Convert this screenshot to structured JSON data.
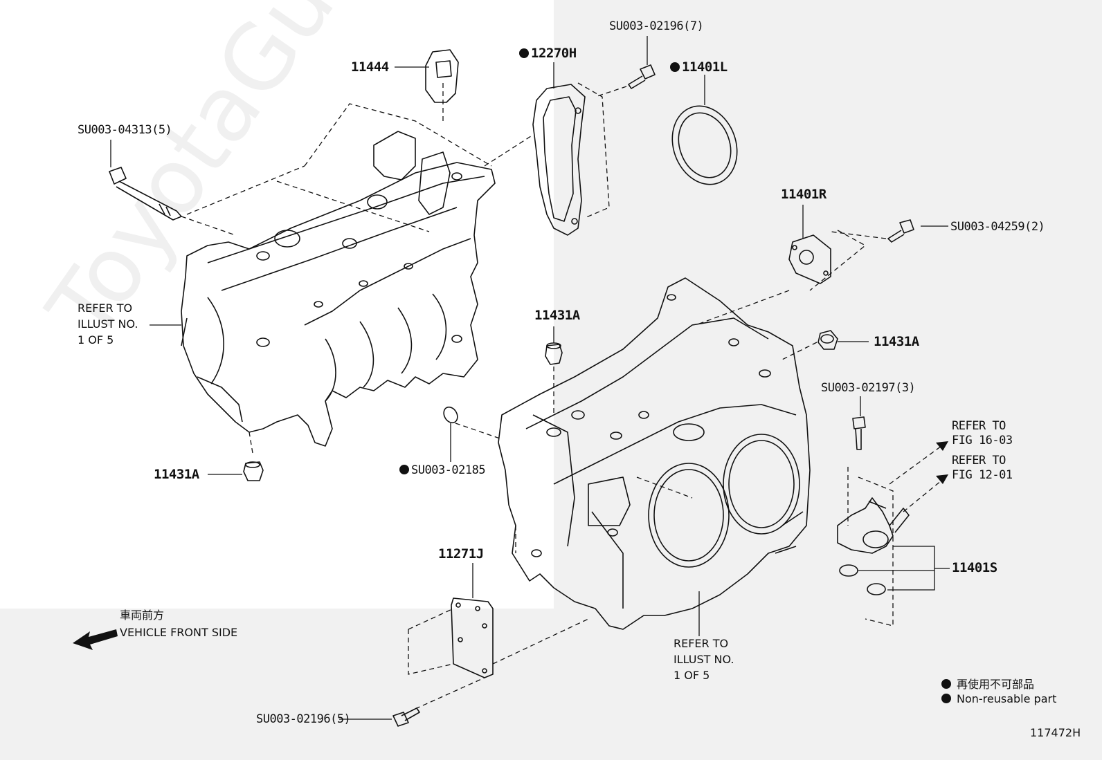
{
  "watermark": "ToyotaGuide.ru",
  "parts": {
    "p11444": "11444",
    "p12270H": "12270H",
    "p11401L": "11401L",
    "p11401R": "11401R",
    "p11431A_top": "11431A",
    "p11431A_right": "11431A",
    "p11431A_left": "11431A",
    "p11271J": "11271J",
    "p11401S": "11401S",
    "su_04313": "SU003-04313(5)",
    "su_02196_7": "SU003-02196(7)",
    "su_04259": "SU003-04259(2)",
    "su_02185": "SU003-02185",
    "su_02197": "SU003-02197(3)",
    "su_02196_5": "SU003-02196(5)"
  },
  "notes": {
    "refer_left": "REFER TO\nILLUST NO.\n1 OF 5",
    "refer_bottom": "REFER TO\nILLUST NO.\n1 OF 5",
    "refer_fig1603": "REFER TO\nFIG 16-03",
    "refer_fig1201": "REFER TO\nFIG 12-01"
  },
  "front": {
    "jp": "車両前方",
    "en": "VEHICLE FRONT SIDE"
  },
  "legend": {
    "jp": "再使用不可部品",
    "en": "Non-reusable part"
  },
  "diagram_id": "117472H"
}
